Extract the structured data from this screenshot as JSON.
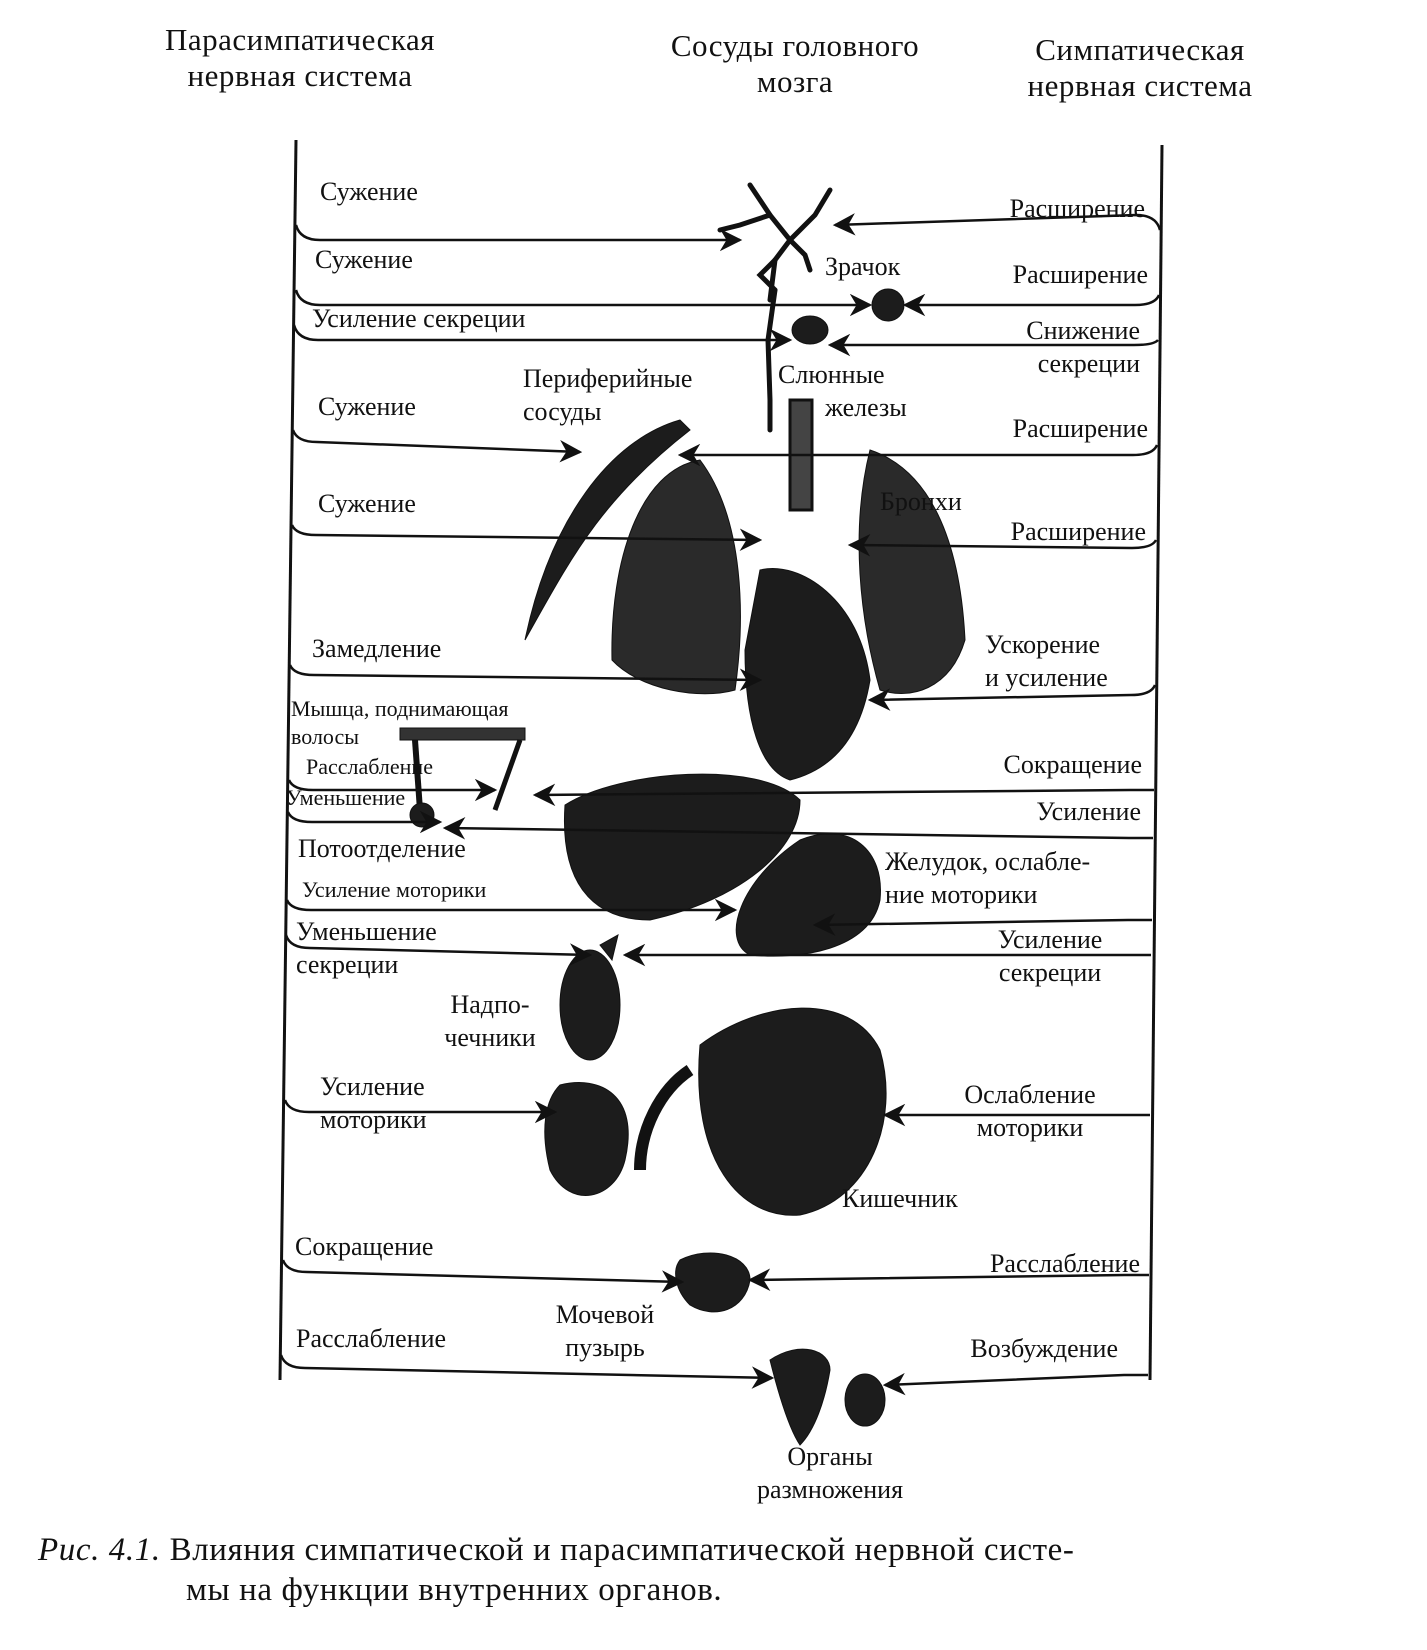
{
  "headers": {
    "parasympathetic": [
      "Парасимпатическая",
      "нервная система"
    ],
    "brain_vessels": [
      "Сосуды головного",
      "мозга"
    ],
    "sympathetic": [
      "Симпатическая",
      "нервная система"
    ]
  },
  "left_effects": {
    "brain_vessels": "Сужение",
    "pupil": "Сужение",
    "salivary": "Усиление секреции",
    "peripheral": "Сужение",
    "bronchi": "Сужение",
    "heart": "Замедление",
    "hair_muscle_title": [
      "Мышца, поднимающая",
      "волосы"
    ],
    "hair_muscle": "Расслабление",
    "sweat_reduction": "Уменьшение",
    "sweating": "Потоотделение",
    "stomach": "Усиление моторики",
    "adrenal": [
      "Уменьшение",
      "секреции"
    ],
    "intestine": [
      "Усиление",
      "моторики"
    ],
    "bladder": "Сокращение",
    "reproductive": "Расслабление"
  },
  "right_effects": {
    "brain_vessels": "Расширение",
    "pupil": "Расширение",
    "salivary": [
      "Снижение",
      "секреции"
    ],
    "peripheral": "Расширение",
    "bronchi": "Расширение",
    "heart": [
      "Ускорение",
      "и усиление"
    ],
    "hair_muscle": "Сокращение",
    "sweating": "Усиление",
    "stomach": [
      "Желудок, ослабле-",
      "ние моторики"
    ],
    "adrenal": [
      "Усиление",
      "секреции"
    ],
    "intestine": [
      "Ослабление",
      "моторики"
    ],
    "bladder": "Расслабление",
    "reproductive": "Возбуждение"
  },
  "organs": {
    "pupil": "Зрачок",
    "salivary": [
      "Слюнные",
      "железы"
    ],
    "peripheral": [
      "Периферийные",
      "сосуды"
    ],
    "bronchi": "Бронхи",
    "adrenal": [
      "Надпо-",
      "чечники"
    ],
    "intestine": "Кишечник",
    "bladder": [
      "Мочевой",
      "пузырь"
    ],
    "reproductive": [
      "Органы",
      "размножения"
    ]
  },
  "caption": {
    "prefix": "Рис. 4.1.",
    "line1": "Влияния симпатической и парасимпатической нервной систе-",
    "line2": "мы на функции внутренних органов."
  }
}
